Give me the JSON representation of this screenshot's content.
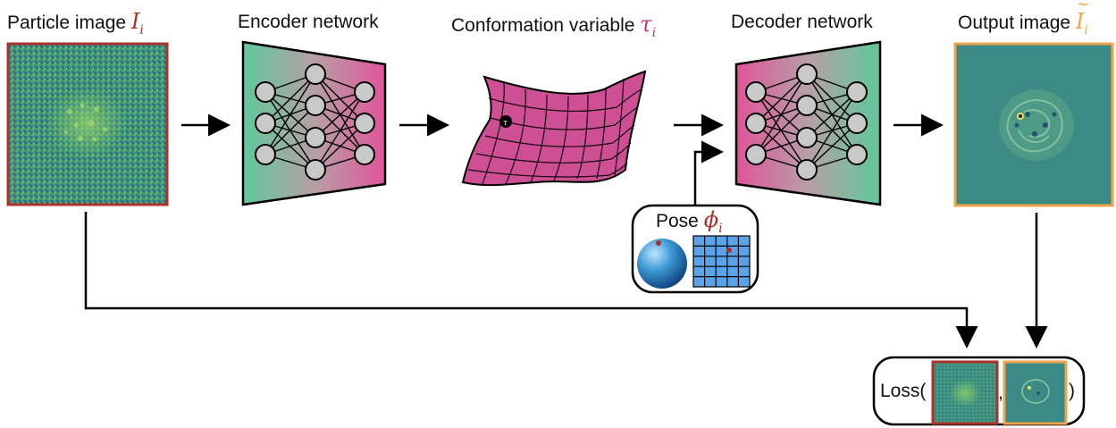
{
  "labels": {
    "particle_image": "Particle image",
    "particle_symbol": "I",
    "particle_sub": "i",
    "encoder": "Encoder network",
    "conformation": "Conformation variable",
    "conformation_symbol": "τ",
    "conformation_sub": "i",
    "decoder": "Decoder network",
    "output_image": "Output image",
    "output_symbol": "I",
    "output_sub": "i",
    "pose": "Pose",
    "pose_symbol": "ϕ",
    "pose_sub": "i",
    "loss_open": "Loss(",
    "loss_comma": ",",
    "loss_close": ")",
    "latent_point": "τ"
  },
  "colors": {
    "input_frame": "#a9322a",
    "output_frame": "#f0a44a",
    "input_symbol": "#a9322a",
    "output_symbol": "#f0a44a",
    "conformation_symbol": "#c0347c",
    "pose_symbol": "#a9322a",
    "net_green": "#5fc89a",
    "net_pink": "#e0559a",
    "manifold": "#cf4f95",
    "pose_sphere": "#3a8fd0",
    "pose_grid": "#5aa3e8"
  },
  "icons": [
    "sphere-icon",
    "grid-icon"
  ]
}
